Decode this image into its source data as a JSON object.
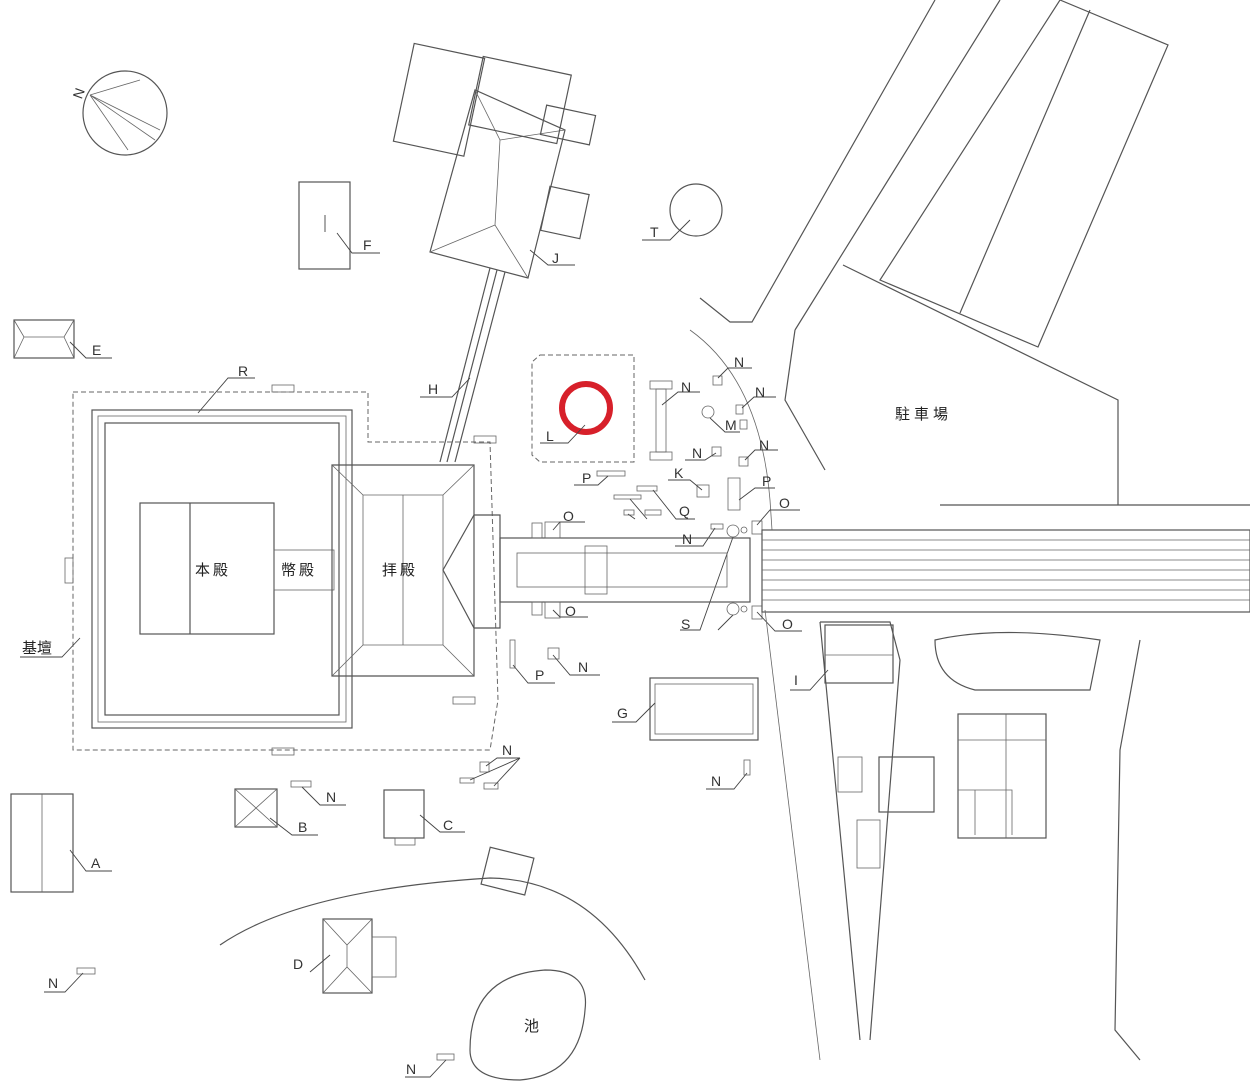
{
  "map": {
    "highlight_color": "#d7202a",
    "labels": [
      "N",
      "F",
      "E",
      "R",
      "H",
      "J",
      "T",
      "L",
      "N",
      "N",
      "N",
      "M",
      "N",
      "N",
      "K",
      "P",
      "P",
      "O",
      "Q",
      "O",
      "N",
      "本殿",
      "幣殿",
      "拝殿",
      "駐車場",
      "O",
      "S",
      "O",
      "基壇",
      "P",
      "N",
      "I",
      "G",
      "N",
      "N",
      "N",
      "B",
      "C",
      "A",
      "D",
      "N",
      "池",
      "N"
    ]
  }
}
